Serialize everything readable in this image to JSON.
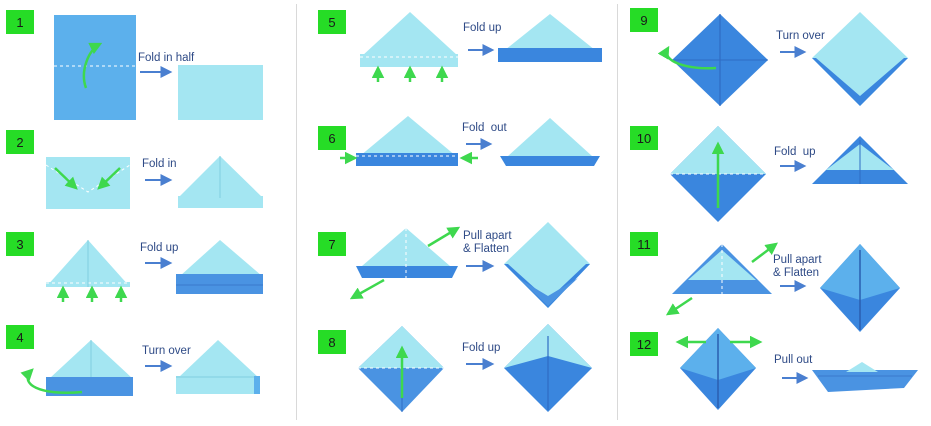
{
  "steps": [
    {
      "number": "1",
      "label": "Fold in half"
    },
    {
      "number": "2",
      "label": "Fold in"
    },
    {
      "number": "3",
      "label": "Fold up"
    },
    {
      "number": "4",
      "label": "Turn over"
    },
    {
      "number": "5",
      "label": "Fold up"
    },
    {
      "number": "6",
      "label": "Fold  out"
    },
    {
      "number": "7",
      "label": "Pull apart\n& Flatten"
    },
    {
      "number": "8",
      "label": "Fold up"
    },
    {
      "number": "9",
      "label": "Turn over"
    },
    {
      "number": "10",
      "label": "Fold  up"
    },
    {
      "number": "11",
      "label": "Pull apart\n& Flatten"
    },
    {
      "number": "12",
      "label": "Pull out"
    }
  ],
  "colors": {
    "paper_light": "#a4e6f2",
    "paper_mid": "#5cb0ec",
    "paper_dark": "#3a86de",
    "arrow_blue": "#4a7fd0",
    "arrow_green": "#3ed84e",
    "badge_green": "#26dc26",
    "label_text": "#2e4a86"
  }
}
